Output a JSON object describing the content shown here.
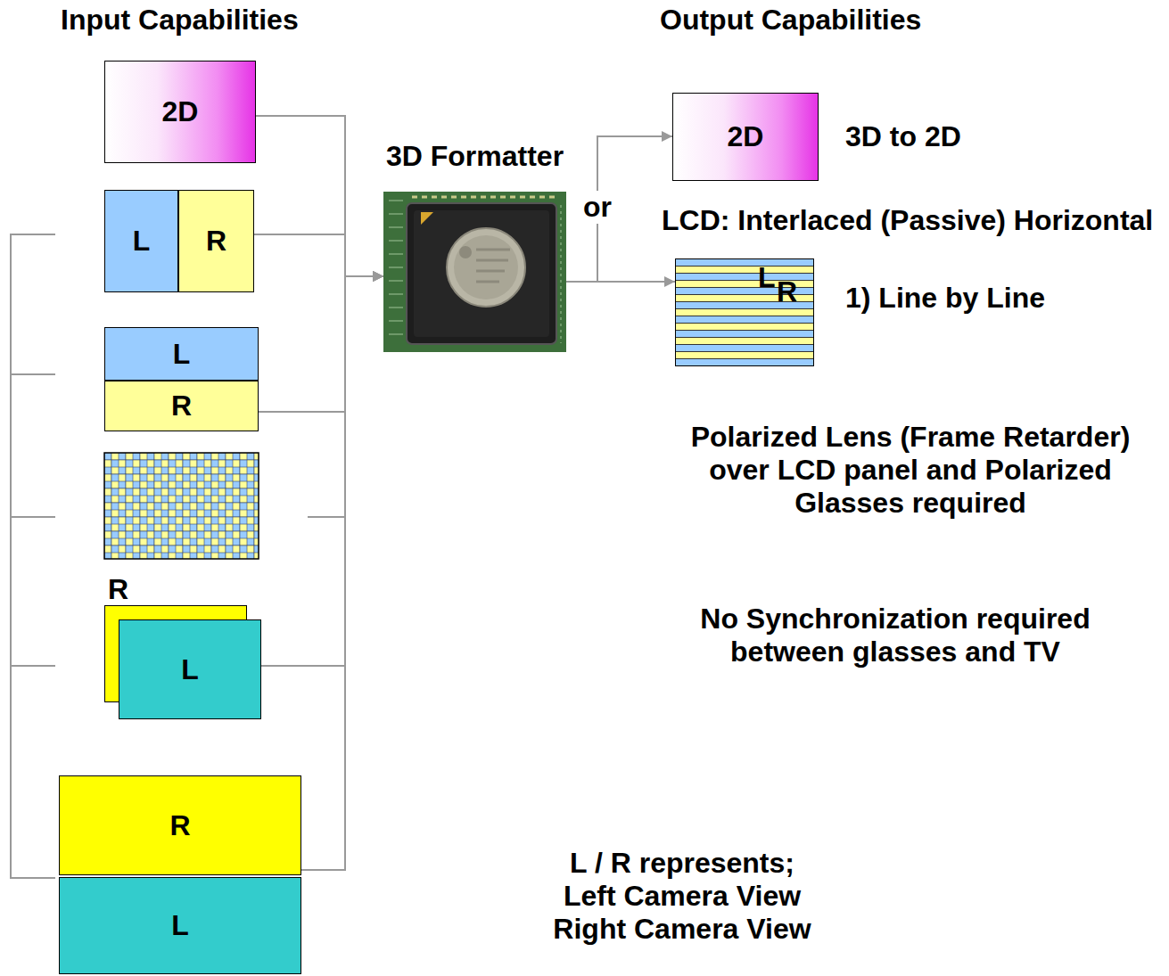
{
  "diagram": {
    "nodes": [
      {
        "text": [
          "2D"
        ]
      },
      {
        "text": [
          "L"
        ]
      },
      {
        "text": [
          "R"
        ]
      },
      {
        "text": [
          "L"
        ]
      },
      {
        "text": [
          "R"
        ]
      },
      {
        "text": [
          "R"
        ]
      },
      {
        "text": [
          "L"
        ]
      },
      {
        "text": [
          "R"
        ]
      },
      {
        "text": [
          "L"
        ]
      },
      {
        "text": [
          "3D Formatter"
        ]
      },
      {
        "text": [
          "2D"
        ]
      },
      {
        "text": [
          "L",
          "R"
        ]
      }
    ],
    "edges": [
      {
        "from": 0,
        "to": 9,
        "arrow": "to"
      },
      {
        "from": 2,
        "to": 9,
        "arrow": "to"
      },
      {
        "from": 4,
        "to": 9,
        "arrow": "to"
      },
      {
        "from": 6,
        "to": 9,
        "arrow": "to"
      },
      {
        "from": 7,
        "to": 9,
        "arrow": "to"
      },
      {
        "from": 9,
        "to": 10,
        "arrow": "to"
      },
      {
        "from": 9,
        "to": 11,
        "arrow": "to"
      }
    ],
    "labels": [
      "Input Capabilities",
      "Output Capabilities",
      "or",
      "3D to 2D",
      "LCD: Interlaced (Passive) Horizontal",
      "1) Line by Line",
      "Polarized Lens (Frame Retarder) over LCD panel and Polarized Glasses required",
      "No Synchronization required between glasses and TV",
      "L / R represents; Left Camera View Right Camera View"
    ]
  }
}
